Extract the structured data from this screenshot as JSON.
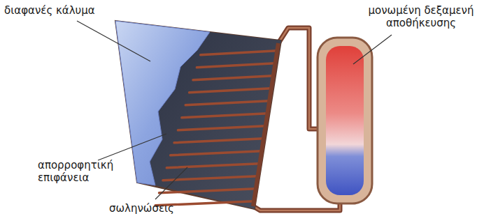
{
  "diagram": {
    "labels": [
      "διαφανές κάλυμα",
      "μονωμένη δεξαμενή αποθήκευσης",
      "απορροφητική επιφάνεια",
      "σωληνώσεις"
    ]
  }
}
